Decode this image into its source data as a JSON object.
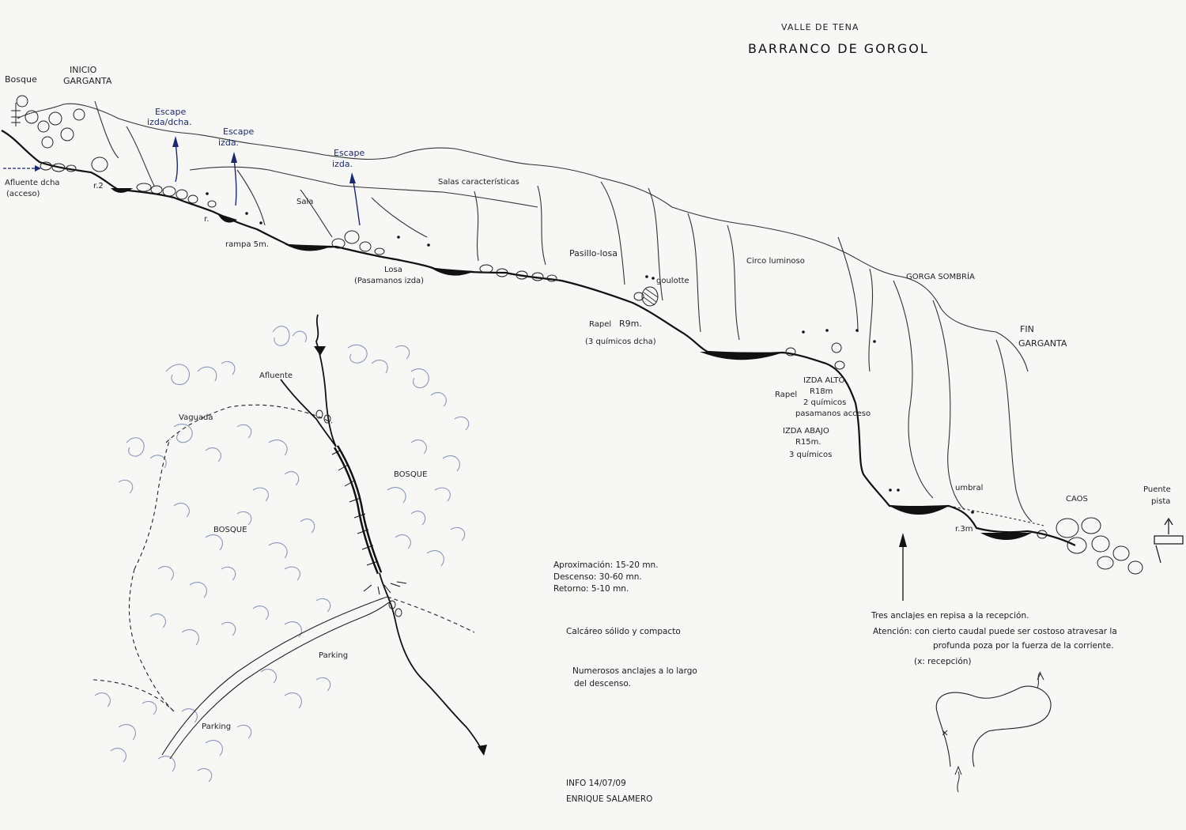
{
  "header": {
    "region": "VALLE DE TENA",
    "title": "BARRANCO DE GORGOL"
  },
  "profile": {
    "bosque": "Bosque",
    "inicio_1": "INICIO",
    "inicio_2": "GARGANTA",
    "afluente_1": "Afluente dcha",
    "afluente_2": "(acceso)",
    "r2": "r.2",
    "r1": "r.",
    "escape1_1": "Escape",
    "escape1_2": "izda/dcha.",
    "escape2_1": "Escape",
    "escape2_2": "izda.",
    "escape3_1": "Escape",
    "escape3_2": "izda.",
    "sala": "Sala",
    "rampa": "rampa 5m.",
    "losa": "Losa",
    "pasamanos": "(Pasamanos izda)",
    "salas": "Salas características",
    "pasillo": "Pasillo-losa",
    "goulotte": "goulotte",
    "rapel1_1": "Rapel",
    "rapel1_2": "R9m.",
    "rapel1_3": "(3 químicos dcha)",
    "circo": "Circo luminoso",
    "gorga": "GORGA SOMBRÍA",
    "izda_alto_1": "IZDA ALTO",
    "izda_alto_2": "R18m",
    "rapel2": "Rapel",
    "izda_alto_3": "2 químicos",
    "izda_alto_4": "pasamanos acceso",
    "izda_abajo_1": "IZDA ABAJO",
    "izda_abajo_2": "R15m.",
    "izda_abajo_3": "3 químicos",
    "umbral": "umbral",
    "r3": "r.3m",
    "fin_1": "FIN",
    "fin_2": "GARGANTA",
    "caos": "CAOS",
    "puente_1": "Puente",
    "puente_2": "pista"
  },
  "map": {
    "afluente": "Afluente",
    "vaguada": "Vaguada",
    "bosque_left": "BOSQUE",
    "bosque_right": "BOSQUE",
    "parking_1": "Parking",
    "parking_2": "Parking"
  },
  "times": {
    "approach": "Aproximación: 15-20 mn.",
    "descent": "Descenso: 30-60 mn.",
    "return": "Retorno: 5-10 mn."
  },
  "notes": {
    "rock": "Calcáreo sólido y compacto",
    "anchors_1": "Numerosos anclajes a lo largo",
    "anchors_2": "del descenso.",
    "warn_1": "Tres anclajes en repisa a la recepción.",
    "warn_2": "Atención: con cierto caudal puede ser costoso atravesar la",
    "warn_3": "profunda poza por la fuerza de la corriente.",
    "warn_4": "(x: recepción)"
  },
  "credits": {
    "info": "INFO 14/07/09",
    "author": "ENRIQUE SALAMERO"
  },
  "colors": {
    "ink": "#111111",
    "blue_ink": "#1c2a6b",
    "forest": "#8a97b8",
    "paper": "#f7f7f5"
  }
}
